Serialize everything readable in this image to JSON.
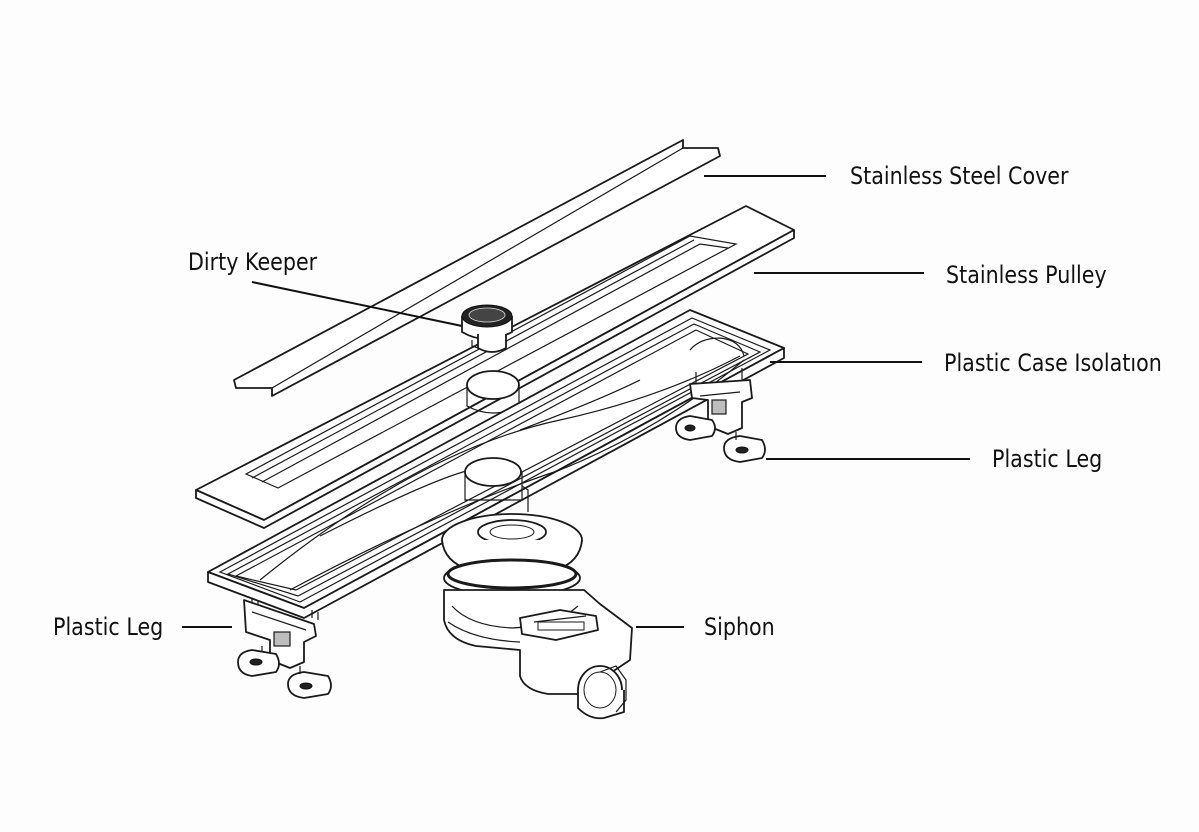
{
  "labels": {
    "cover": "Stainless Steel Cover",
    "pulley": "Stainless Pulley",
    "dirty_keeper": "Dirty Keeper",
    "case": "Plastic Case Isolatıon",
    "leg_right": "Plastic Leg",
    "leg_left": "Plastic Leg",
    "siphon": "Siphon"
  }
}
